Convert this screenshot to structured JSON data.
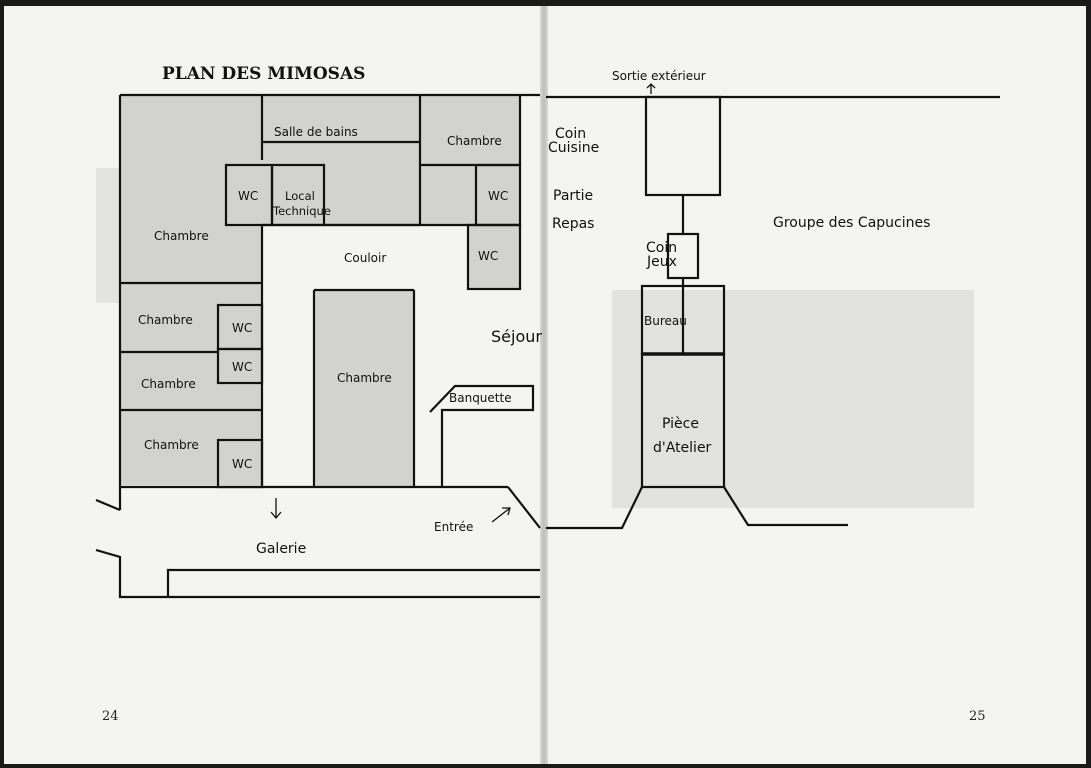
{
  "left_page": {
    "title": "PLAN DES MIMOSAS",
    "page_number": "24",
    "rooms": {
      "salle_de_bains": "Salle de bains",
      "chambre_top_right": "Chambre",
      "wc_1": "WC",
      "local_technique_1": "Local",
      "local_technique_2": "Technique",
      "wc_2": "WC",
      "chambre_big": "Chambre",
      "couloir": "Couloir",
      "wc_3": "WC",
      "chambre_a": "Chambre",
      "wc_4": "WC",
      "wc_5": "WC",
      "chambre_b": "Chambre",
      "chambre_center": "Chambre",
      "banquette": "Banquette",
      "chambre_c": "Chambre",
      "wc_6": "WC",
      "entree": "Entrée",
      "galerie": "Galerie",
      "sejour": "Séjour"
    }
  },
  "right_page": {
    "page_number": "25",
    "labels": {
      "sortie_exterieur": "Sortie extérieur",
      "coin_cuisine_1": "Coin",
      "coin_cuisine_2": "Cuisine",
      "partie_repas_1": "Partie",
      "partie_repas_2": "Repas",
      "groupe_capucines": "Groupe des Capucines",
      "coin_jeux_1": "Coin",
      "coin_jeux_2": "Jeux",
      "bureau": "Bureau",
      "piece_atelier_1": "Pièce",
      "piece_atelier_2": "d'Atelier"
    }
  },
  "colors": {
    "page": "#f4f4f2",
    "room_fill": "#d2d2d0",
    "wall": "#111111"
  }
}
